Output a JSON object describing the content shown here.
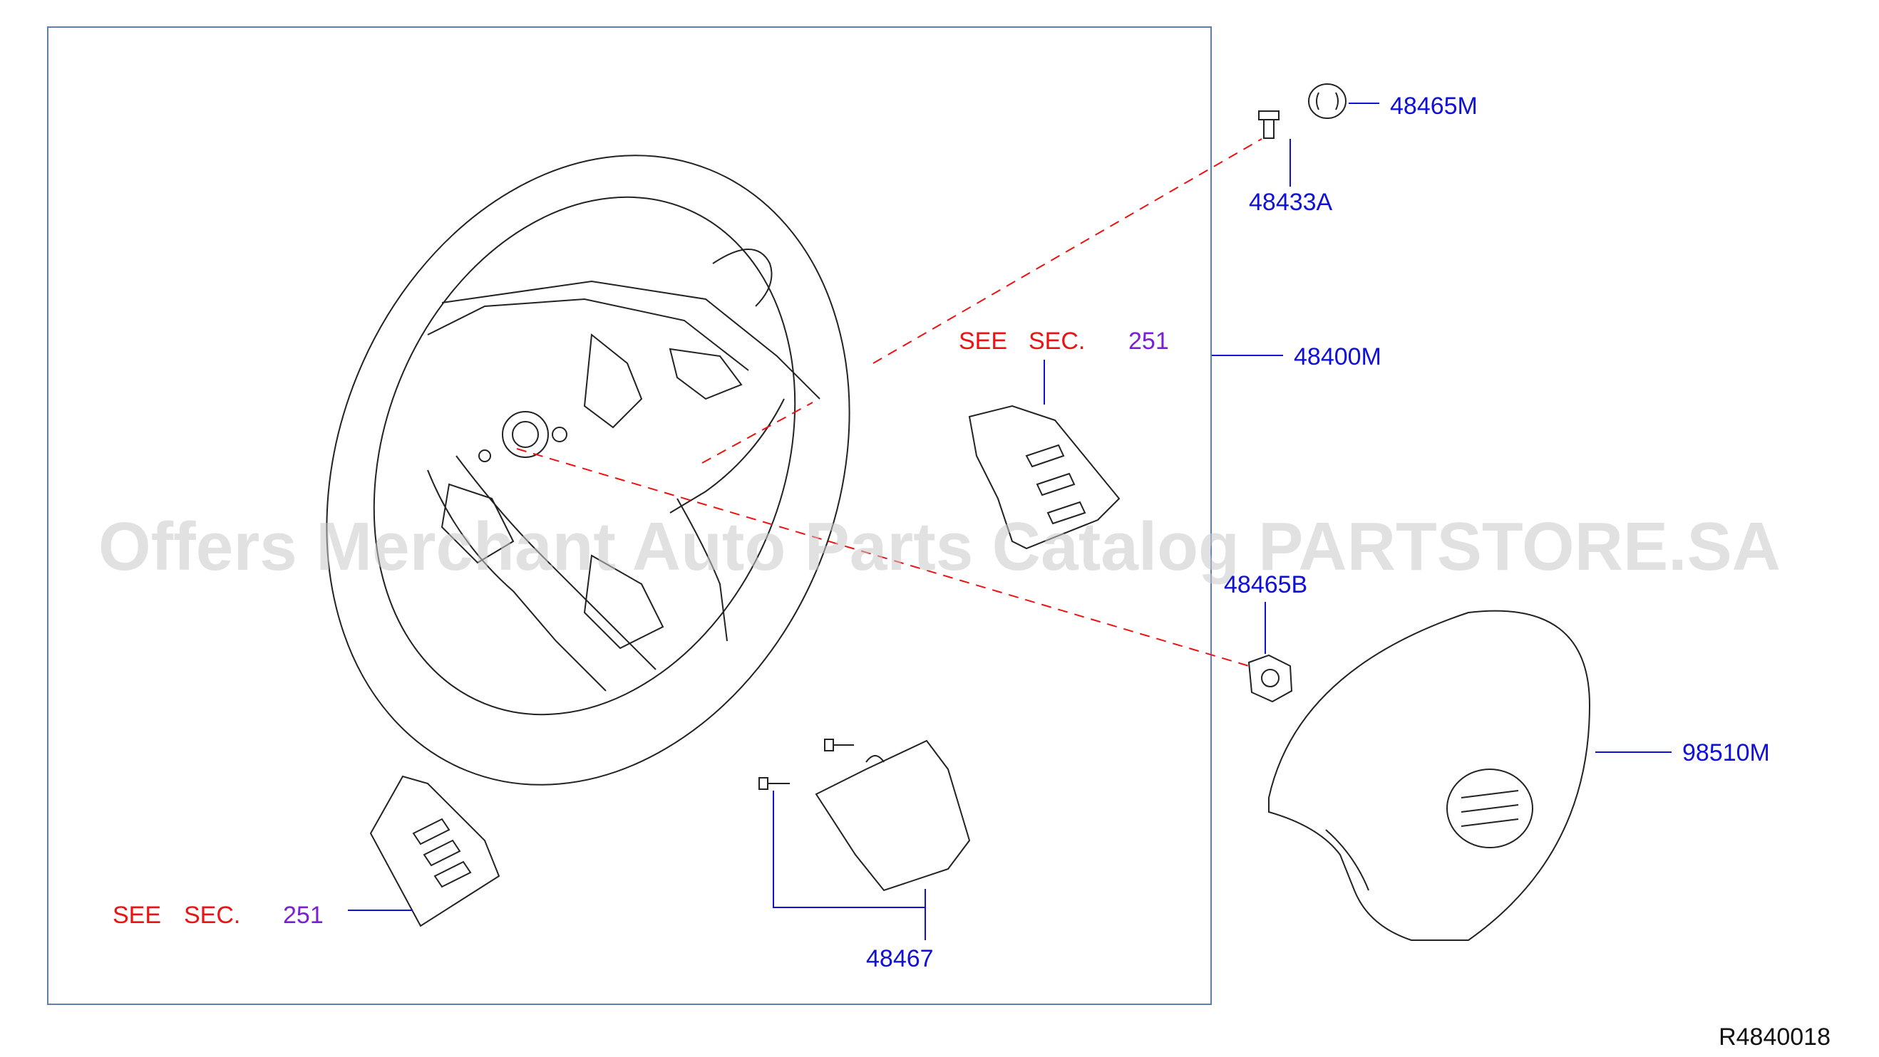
{
  "diagram": {
    "ref_code": "R4840018",
    "watermark": "Offers Merchant Auto Parts Catalog PARTSTORE.SA",
    "parts": {
      "p48465M": "48465M",
      "p48433A": "48433A",
      "p48400M": "48400M",
      "p48465B": "48465B",
      "p98510M": "98510M",
      "p48467": "48467"
    },
    "see_sec_upper": {
      "see": "SEE",
      "sec": "SEC.",
      "num": "251"
    },
    "see_sec_lower": {
      "see": "SEE",
      "sec": "SEC.",
      "num": "251"
    },
    "colors": {
      "part_label": "#1010d8",
      "see_label": "#ee1111",
      "section_number": "#7a1fd6",
      "frame": "#5a7fb0"
    }
  }
}
